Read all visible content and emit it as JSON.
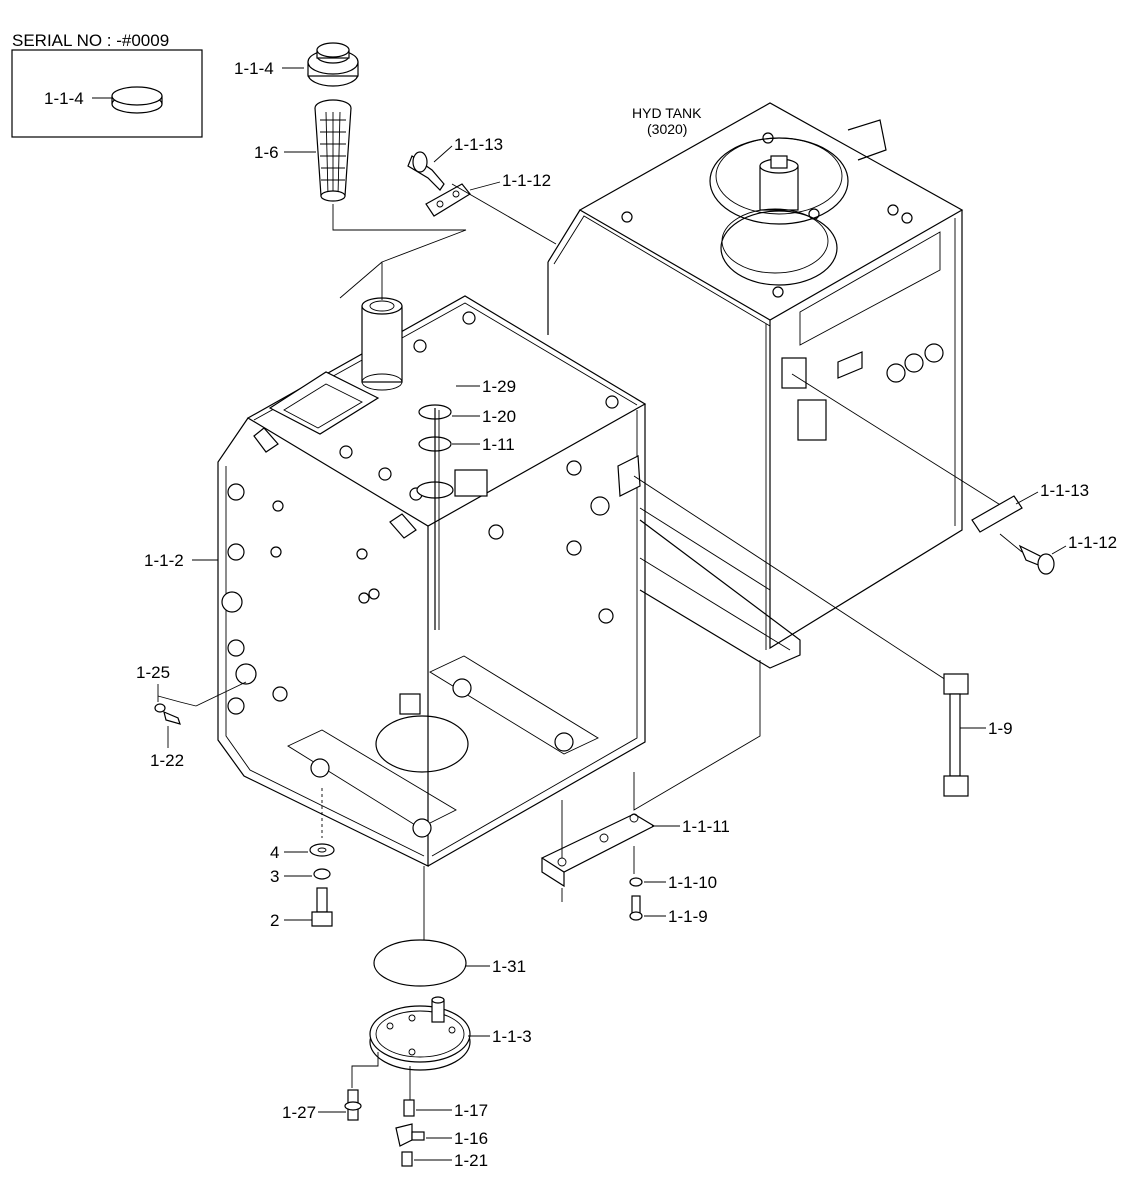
{
  "serial_box": {
    "title": "SERIAL NO : -#0009",
    "part": "1-1-4"
  },
  "hyd_tank": {
    "line1": "HYD TANK",
    "line2": "(3020)"
  },
  "labels": {
    "cap": "1-1-4",
    "strainer": "1-6",
    "bolt_top": "1-1-13",
    "plate_top": "1-1-12",
    "screw_29": "1-29",
    "flange_20": "1-20",
    "gasket_11": "1-11",
    "tank_wall": "1-1-2",
    "plug_25": "1-25",
    "fitting_22": "1-22",
    "plate_right": "1-1-13",
    "bolt_right": "1-1-12",
    "gauge": "1-9",
    "bracket": "1-1-11",
    "washer_110": "1-1-10",
    "bolt_119": "1-1-9",
    "washer_4": "4",
    "washer_3": "3",
    "bolt_2": "2",
    "gasket_31": "1-31",
    "cover_13": "1-1-3",
    "bolt_27": "1-27",
    "fitting_17": "1-17",
    "elbow_16": "1-16",
    "fitting_21": "1-21"
  }
}
